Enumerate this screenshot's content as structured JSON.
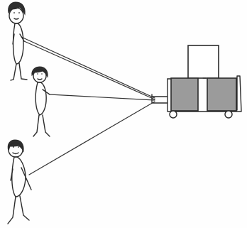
{
  "scene": {
    "description_visible": false,
    "figures": [
      {
        "id": "figure-top"
      },
      {
        "id": "figure-middle"
      },
      {
        "id": "figure-bottom"
      }
    ],
    "cart": {
      "boxes": 3,
      "wheels": 2
    }
  }
}
